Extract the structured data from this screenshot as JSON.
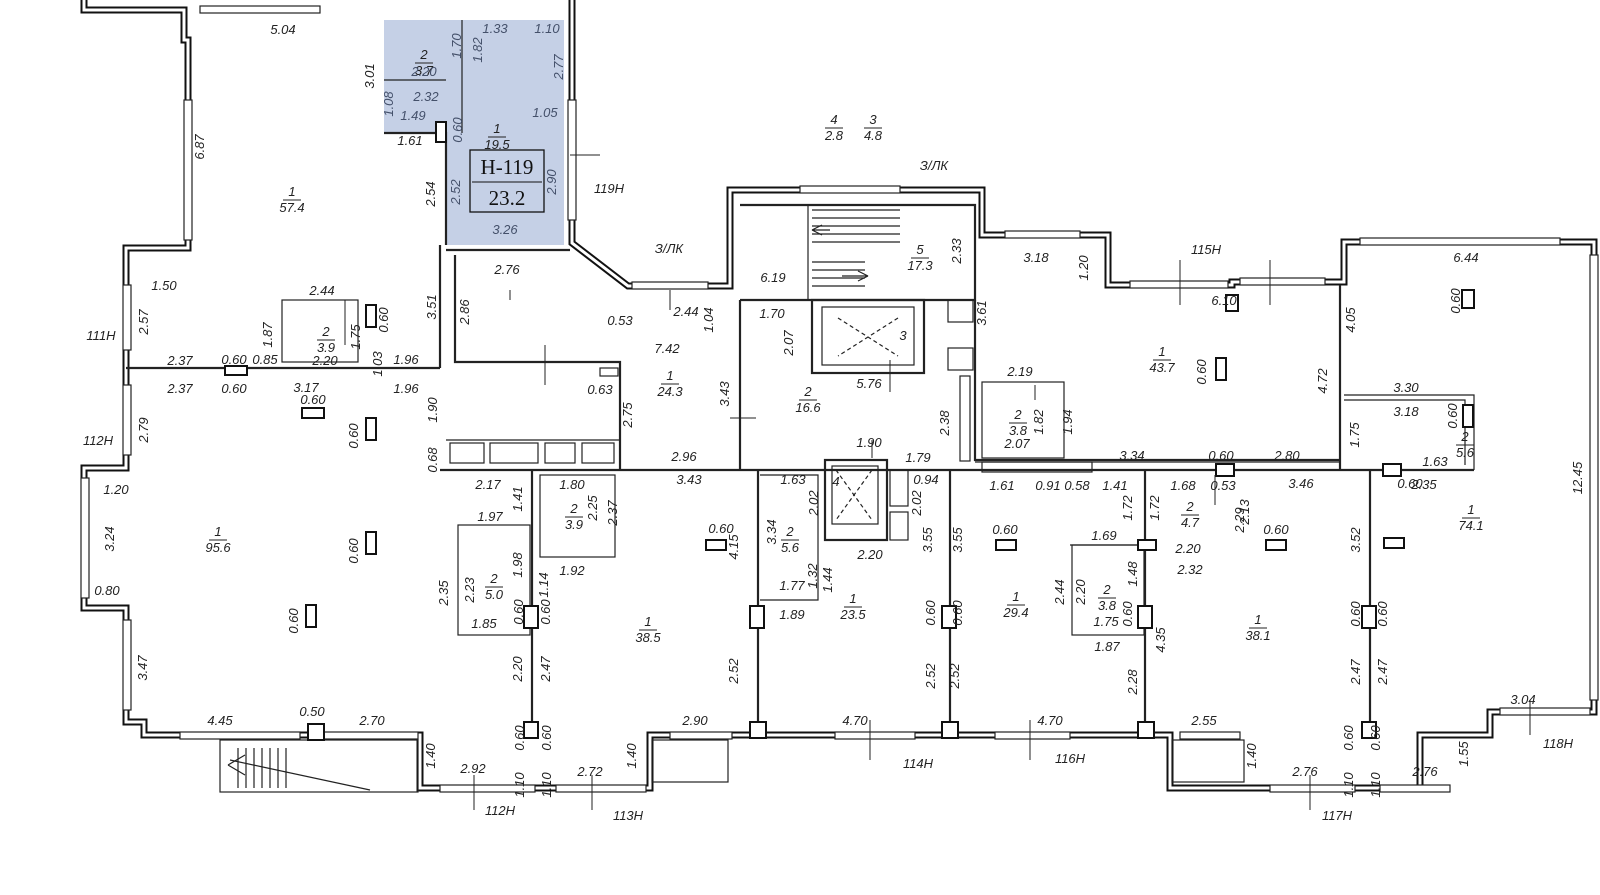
{
  "highlight": {
    "color": "#c5d0e6",
    "unit": "Н-119",
    "area": "23.2"
  },
  "rooms": [
    {
      "num": "1",
      "area": "57.4"
    },
    {
      "num": "1",
      "area": "95.6"
    },
    {
      "num": "2",
      "area": "3.9"
    },
    {
      "num": "1",
      "area": "24.3"
    },
    {
      "num": "2",
      "area": "16.6"
    },
    {
      "num": "3",
      "area": ""
    },
    {
      "num": "5",
      "area": "17.3"
    },
    {
      "num": "4",
      "area": "2.8"
    },
    {
      "num": "3",
      "area": "4.8"
    },
    {
      "num": "2",
      "area": "3.7"
    },
    {
      "num": "1",
      "area": "19.5"
    },
    {
      "num": "1",
      "area": "43.7"
    },
    {
      "num": "2",
      "area": "3.8"
    },
    {
      "num": "1",
      "area": "38.5"
    },
    {
      "num": "2",
      "area": "3.9"
    },
    {
      "num": "2",
      "area": "5.0"
    },
    {
      "num": "2",
      "area": "5.6"
    },
    {
      "num": "4",
      "area": ""
    },
    {
      "num": "1",
      "area": "23.5"
    },
    {
      "num": "1",
      "area": "29.4"
    },
    {
      "num": "2",
      "area": "4.7"
    },
    {
      "num": "2",
      "area": "3.8"
    },
    {
      "num": "1",
      "area": "38.1"
    },
    {
      "num": "2",
      "area": "5.6"
    },
    {
      "num": "1",
      "area": "74.1"
    }
  ],
  "units": [
    "119Н",
    "111Н",
    "112Н",
    "115Н",
    "114Н",
    "116Н",
    "112Н",
    "113Н",
    "117Н",
    "118Н"
  ],
  "stair_labels": [
    "З/ЛК",
    "З/ЛК"
  ],
  "dims": [
    "5.04",
    "3.01",
    "6.87",
    "1.61",
    "2.54",
    "1.50",
    "2.57",
    "2.37",
    "0.60",
    "0.85",
    "2.37",
    "0.60",
    "3.17",
    "0.60",
    "1.96",
    "1.96",
    "2.44",
    "1.87",
    "1.75",
    "0.60",
    "2.20",
    "1.03",
    "3.51",
    "2.79",
    "0.60",
    "1.20",
    "3.24",
    "0.80",
    "0.60",
    "0.60",
    "3.47",
    "4.45",
    "0.50",
    "2.70",
    "1.40",
    "2.92",
    "1.10",
    "0.60",
    "1.10",
    "0.60",
    "2.72",
    "1.40",
    "2.90",
    "4.70",
    "4.70",
    "2.55",
    "1.40",
    "2.76",
    "1.10",
    "0.60",
    "1.10",
    "0.60",
    "2.76",
    "1.55",
    "3.04",
    "12.45",
    "1.33",
    "1.10",
    "1.70",
    "1.82",
    "2.20",
    "2.77",
    "2.32",
    "1.08",
    "1.49",
    "0.60",
    "1.05",
    "2.52",
    "2.90",
    "3.26",
    "2.76",
    "2.86",
    "0.53",
    "2.44",
    "1.04",
    "7.42",
    "1.90",
    "0.68",
    "0.63",
    "2.75",
    "3.43",
    "2.96",
    "2.17",
    "1.41",
    "1.97",
    "1.80",
    "2.25",
    "2.37",
    "1.98",
    "2.35",
    "2.23",
    "1.14",
    "1.92",
    "1.85",
    "0.60",
    "0.60",
    "2.20",
    "2.47",
    "3.43",
    "0.60",
    "4.15",
    "2.52",
    "6.19",
    "1.70",
    "2.07",
    "2.33",
    "5.76",
    "2.38",
    "1.90",
    "1.79",
    "1.63",
    "0.94",
    "2.02",
    "2.02",
    "3.34",
    "1.32",
    "1.44",
    "2.20",
    "1.77",
    "1.89",
    "3.55",
    "0.60",
    "2.52",
    "3.18",
    "1.20",
    "6.10",
    "3.61",
    "2.19",
    "1.82",
    "1.94",
    "2.07",
    "0.60",
    "4.72",
    "3.34",
    "0.60",
    "2.80",
    "1.61",
    "0.91",
    "0.58",
    "1.41",
    "1.68",
    "0.53",
    "3.46",
    "1.72",
    "1.72",
    "2.13",
    "2.29",
    "3.55",
    "0.60",
    "1.69",
    "2.20",
    "2.32",
    "0.60",
    "2.44",
    "2.20",
    "1.48",
    "1.75",
    "0.60",
    "1.87",
    "4.35",
    "2.28",
    "2.52",
    "0.60",
    "3.52",
    "0.60",
    "0.60",
    "2.47",
    "2.47",
    "6.44",
    "0.60",
    "4.05",
    "3.30",
    "3.18",
    "0.60",
    "1.75",
    "0.60",
    "1.63",
    "2.35"
  ]
}
